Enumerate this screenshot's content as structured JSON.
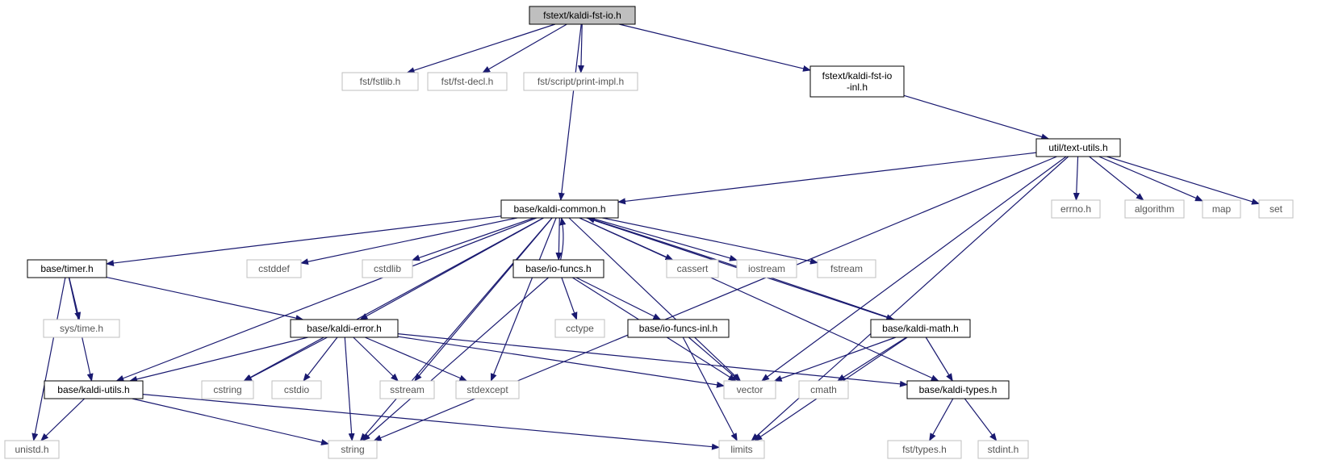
{
  "colors": {
    "edge": "#191970",
    "root_fill": "#bfbfbf",
    "node_border": "#000000",
    "missing_border": "#bfbfbf",
    "node_fill": "#ffffff"
  },
  "nodes": [
    {
      "id": "kaldi_fst_io",
      "kind": "root",
      "lines": [
        "fstext/kaldi-fst-io.h"
      ]
    },
    {
      "id": "fstlib",
      "kind": "missing",
      "lines": [
        "fst/fstlib.h"
      ]
    },
    {
      "id": "fstdecl",
      "kind": "missing",
      "lines": [
        "fst/fst-decl.h"
      ]
    },
    {
      "id": "printimpl",
      "kind": "missing",
      "lines": [
        "fst/script/print-impl.h"
      ]
    },
    {
      "id": "fstio_inl",
      "kind": "normal",
      "lines": [
        "fstext/kaldi-fst-io",
        "-inl.h"
      ]
    },
    {
      "id": "textutils",
      "kind": "normal",
      "lines": [
        "util/text-utils.h"
      ]
    },
    {
      "id": "common",
      "kind": "normal",
      "lines": [
        "base/kaldi-common.h"
      ]
    },
    {
      "id": "errno",
      "kind": "missing",
      "lines": [
        "errno.h"
      ]
    },
    {
      "id": "algorithm",
      "kind": "missing",
      "lines": [
        "algorithm"
      ]
    },
    {
      "id": "map",
      "kind": "missing",
      "lines": [
        "map"
      ]
    },
    {
      "id": "set",
      "kind": "missing",
      "lines": [
        "set"
      ]
    },
    {
      "id": "timer",
      "kind": "normal",
      "lines": [
        "base/timer.h"
      ]
    },
    {
      "id": "cstddef",
      "kind": "missing",
      "lines": [
        "cstddef"
      ]
    },
    {
      "id": "cstdlib",
      "kind": "missing",
      "lines": [
        "cstdlib"
      ]
    },
    {
      "id": "iofuncs",
      "kind": "normal",
      "lines": [
        "base/io-funcs.h"
      ]
    },
    {
      "id": "cassert",
      "kind": "missing",
      "lines": [
        "cassert"
      ]
    },
    {
      "id": "iostream",
      "kind": "missing",
      "lines": [
        "iostream"
      ]
    },
    {
      "id": "fstream",
      "kind": "missing",
      "lines": [
        "fstream"
      ]
    },
    {
      "id": "systime",
      "kind": "missing",
      "lines": [
        "sys/time.h"
      ]
    },
    {
      "id": "error",
      "kind": "normal",
      "lines": [
        "base/kaldi-error.h"
      ]
    },
    {
      "id": "cctype",
      "kind": "missing",
      "lines": [
        "cctype"
      ]
    },
    {
      "id": "iofuncs_inl",
      "kind": "normal",
      "lines": [
        "base/io-funcs-inl.h"
      ]
    },
    {
      "id": "math",
      "kind": "normal",
      "lines": [
        "base/kaldi-math.h"
      ]
    },
    {
      "id": "utils",
      "kind": "normal",
      "lines": [
        "base/kaldi-utils.h"
      ]
    },
    {
      "id": "cstring",
      "kind": "missing",
      "lines": [
        "cstring"
      ]
    },
    {
      "id": "cstdio",
      "kind": "missing",
      "lines": [
        "cstdio"
      ]
    },
    {
      "id": "sstream",
      "kind": "missing",
      "lines": [
        "sstream"
      ]
    },
    {
      "id": "stdexcept",
      "kind": "missing",
      "lines": [
        "stdexcept"
      ]
    },
    {
      "id": "vector",
      "kind": "missing",
      "lines": [
        "vector"
      ]
    },
    {
      "id": "cmath",
      "kind": "missing",
      "lines": [
        "cmath"
      ]
    },
    {
      "id": "types",
      "kind": "normal",
      "lines": [
        "base/kaldi-types.h"
      ]
    },
    {
      "id": "unistd",
      "kind": "missing",
      "lines": [
        "unistd.h"
      ]
    },
    {
      "id": "string",
      "kind": "missing",
      "lines": [
        "string"
      ]
    },
    {
      "id": "limits",
      "kind": "missing",
      "lines": [
        "limits"
      ]
    },
    {
      "id": "fsttypes",
      "kind": "missing",
      "lines": [
        "fst/types.h"
      ]
    },
    {
      "id": "stdint",
      "kind": "missing",
      "lines": [
        "stdint.h"
      ]
    }
  ],
  "edges": [
    [
      "kaldi_fst_io",
      "fstlib"
    ],
    [
      "kaldi_fst_io",
      "fstdecl"
    ],
    [
      "kaldi_fst_io",
      "printimpl"
    ],
    [
      "kaldi_fst_io",
      "fstio_inl"
    ],
    [
      "kaldi_fst_io",
      "common"
    ],
    [
      "fstio_inl",
      "textutils"
    ],
    [
      "textutils",
      "common"
    ],
    [
      "textutils",
      "errno"
    ],
    [
      "textutils",
      "algorithm"
    ],
    [
      "textutils",
      "map"
    ],
    [
      "textutils",
      "set"
    ],
    [
      "textutils",
      "vector"
    ],
    [
      "textutils",
      "string"
    ],
    [
      "textutils",
      "limits"
    ],
    [
      "common",
      "timer"
    ],
    [
      "common",
      "cstddef"
    ],
    [
      "common",
      "cstdlib"
    ],
    [
      "common",
      "iofuncs"
    ],
    [
      "common",
      "cassert"
    ],
    [
      "common",
      "iostream"
    ],
    [
      "common",
      "fstream"
    ],
    [
      "common",
      "error"
    ],
    [
      "common",
      "math"
    ],
    [
      "common",
      "utils"
    ],
    [
      "common",
      "cstring"
    ],
    [
      "common",
      "sstream"
    ],
    [
      "common",
      "stdexcept"
    ],
    [
      "common",
      "vector"
    ],
    [
      "common",
      "types"
    ],
    [
      "common",
      "string"
    ],
    [
      "iofuncs",
      "common"
    ],
    [
      "iofuncs",
      "cctype"
    ],
    [
      "iofuncs",
      "iofuncs_inl"
    ],
    [
      "iofuncs",
      "vector"
    ],
    [
      "iofuncs",
      "string"
    ],
    [
      "iofuncs_inl",
      "vector"
    ],
    [
      "iofuncs_inl",
      "limits"
    ],
    [
      "timer",
      "systime"
    ],
    [
      "timer",
      "error"
    ],
    [
      "timer",
      "utils"
    ],
    [
      "timer",
      "unistd"
    ],
    [
      "error",
      "utils"
    ],
    [
      "error",
      "cstring"
    ],
    [
      "error",
      "cstdio"
    ],
    [
      "error",
      "sstream"
    ],
    [
      "error",
      "stdexcept"
    ],
    [
      "error",
      "string"
    ],
    [
      "error",
      "vector"
    ],
    [
      "error",
      "types"
    ],
    [
      "math",
      "common"
    ],
    [
      "math",
      "vector"
    ],
    [
      "math",
      "cmath"
    ],
    [
      "math",
      "limits"
    ],
    [
      "math",
      "types"
    ],
    [
      "utils",
      "unistd"
    ],
    [
      "utils",
      "string"
    ],
    [
      "utils",
      "limits"
    ],
    [
      "types",
      "fsttypes"
    ],
    [
      "types",
      "stdint"
    ]
  ]
}
